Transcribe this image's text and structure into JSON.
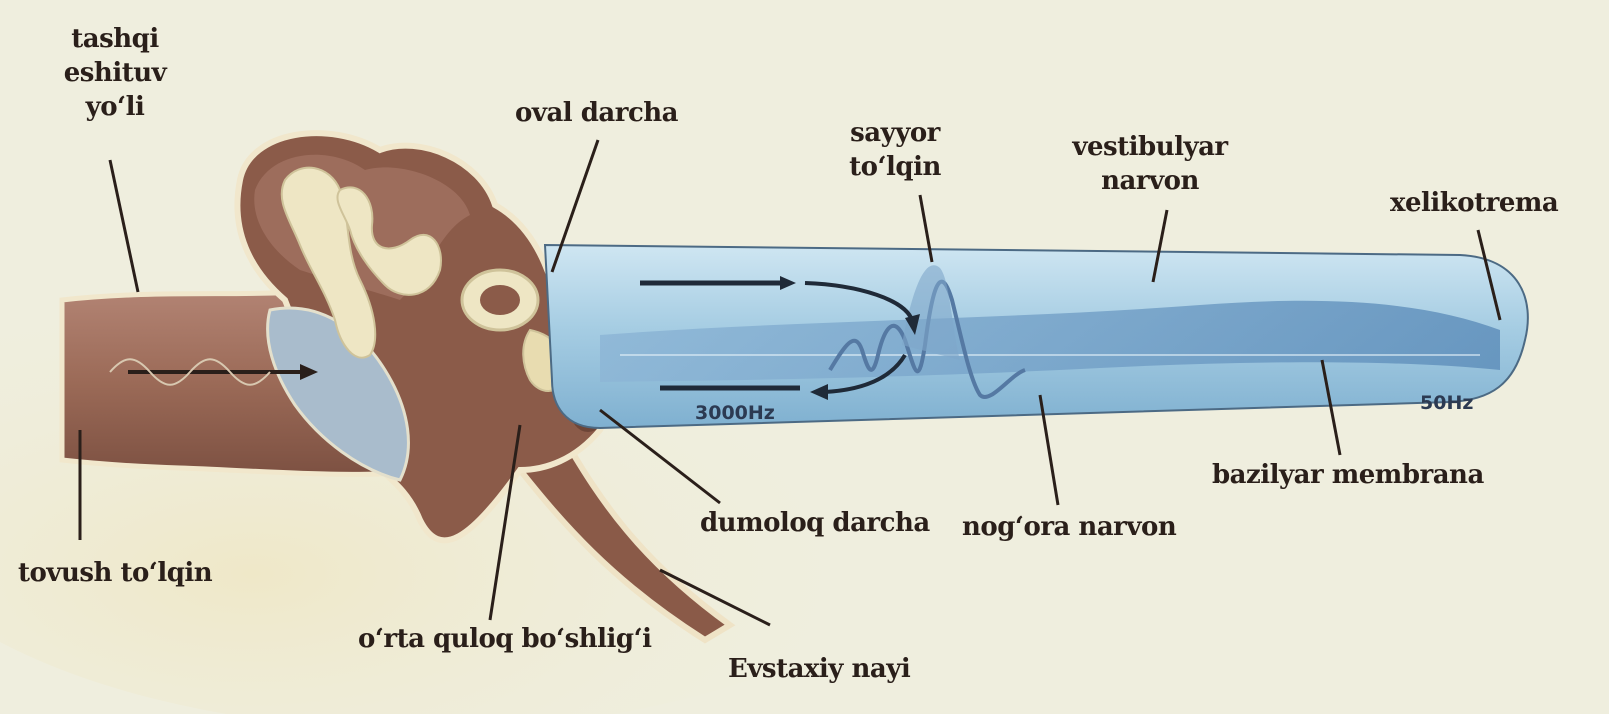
{
  "diagram": {
    "labels": {
      "outer_canal_line1": "tashqi",
      "outer_canal_line2": "eshituv",
      "outer_canal_line3": "yo‘li",
      "oval_window": "oval darcha",
      "traveling_wave_line1": "sayyor",
      "traveling_wave_line2": "to‘lqin",
      "vestibular_duct_line1": "vestibulyar",
      "vestibular_duct_line2": "narvon",
      "helicotrema": "xelikotrema",
      "sound_wave": "tovush to‘lqin",
      "round_window": "dumoloq darcha",
      "tympanic_duct": "nog‘ora narvon",
      "basilar_membrane": "bazilyar membrana",
      "middle_ear_cavity": "o‘rta quloq bo‘shlig‘i",
      "eustachian_tube": "Evstaxiy nayi"
    },
    "frequency_labels": {
      "high": "3000Hz",
      "low": "50Hz"
    },
    "colors": {
      "background": "#efeede",
      "canal_tissue": "#9b6a57",
      "bone_ossicles": "#eee6c4",
      "cochlea_fluid": "#9fc8e0",
      "basilar_membrane": "#6f9fc7",
      "eardrum": "#a9bccc",
      "label_text": "#2a1f1a"
    }
  }
}
